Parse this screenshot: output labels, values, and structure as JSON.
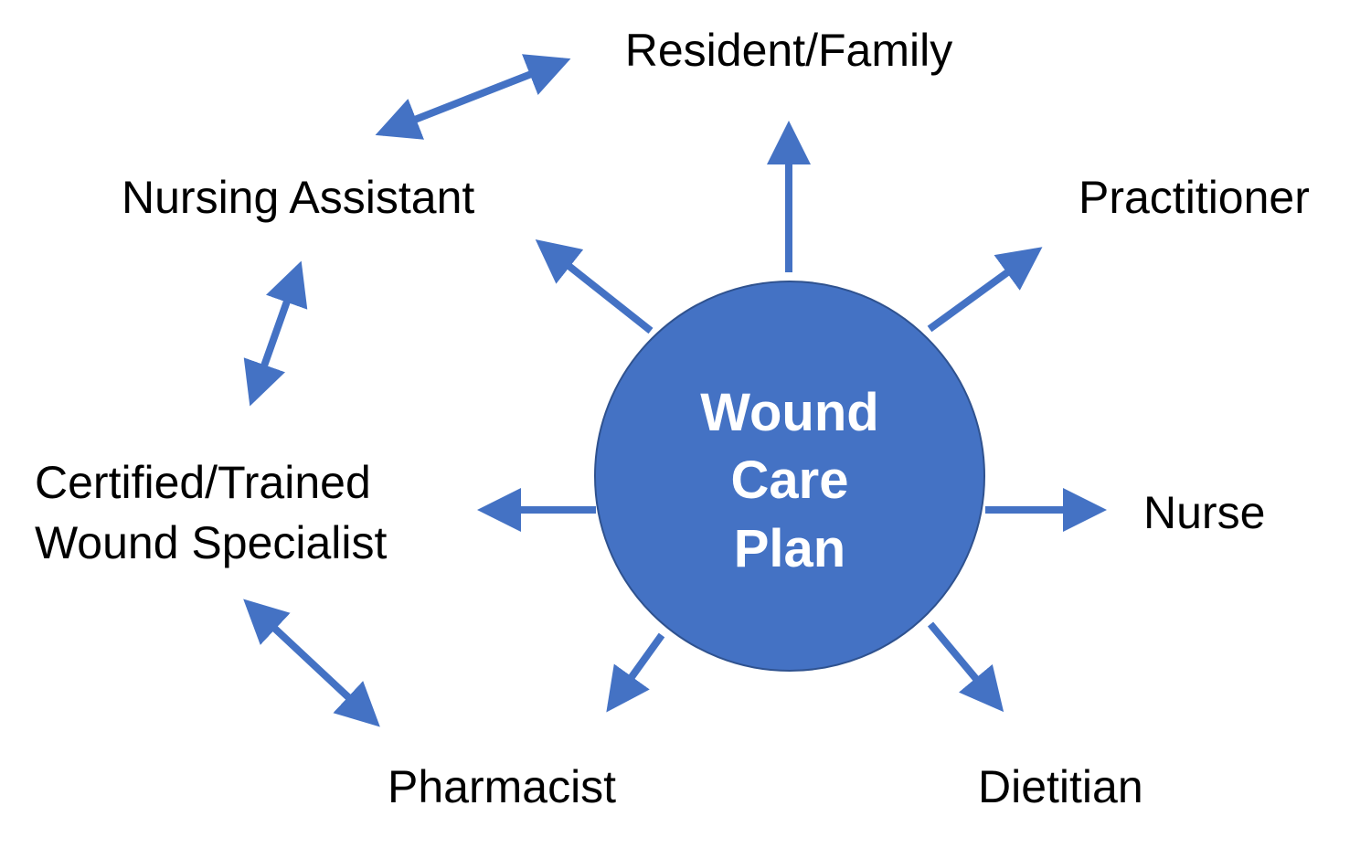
{
  "center": {
    "lines": [
      "Wound",
      "Care",
      "Plan"
    ],
    "color": "#4472C4",
    "text_color": "#FFFFFF"
  },
  "nodes": {
    "resident_family": "Resident/Family",
    "practitioner": "Practitioner",
    "nurse": "Nurse",
    "dietitian": "Dietitian",
    "pharmacist": "Pharmacist",
    "wound_specialist": [
      "Certified/Trained",
      "Wound Specialist"
    ],
    "nursing_assistant": "Nursing Assistant"
  },
  "colors": {
    "arrow": "#4472C4",
    "text": "#000000"
  }
}
